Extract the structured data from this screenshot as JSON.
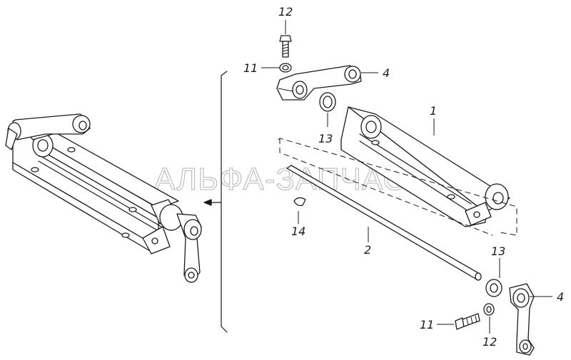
{
  "watermark": "АЛЬФА-ЗАПЧАСТИ",
  "callouts": {
    "part_1": "1",
    "part_2": "2",
    "part_4_top": "4",
    "part_4_bottom": "4",
    "part_11_top": "11",
    "part_11_bottom": "11",
    "part_12_top": "12",
    "part_12_bottom": "12",
    "part_13_top": "13",
    "part_13_bottom": "13",
    "part_14": "14"
  }
}
